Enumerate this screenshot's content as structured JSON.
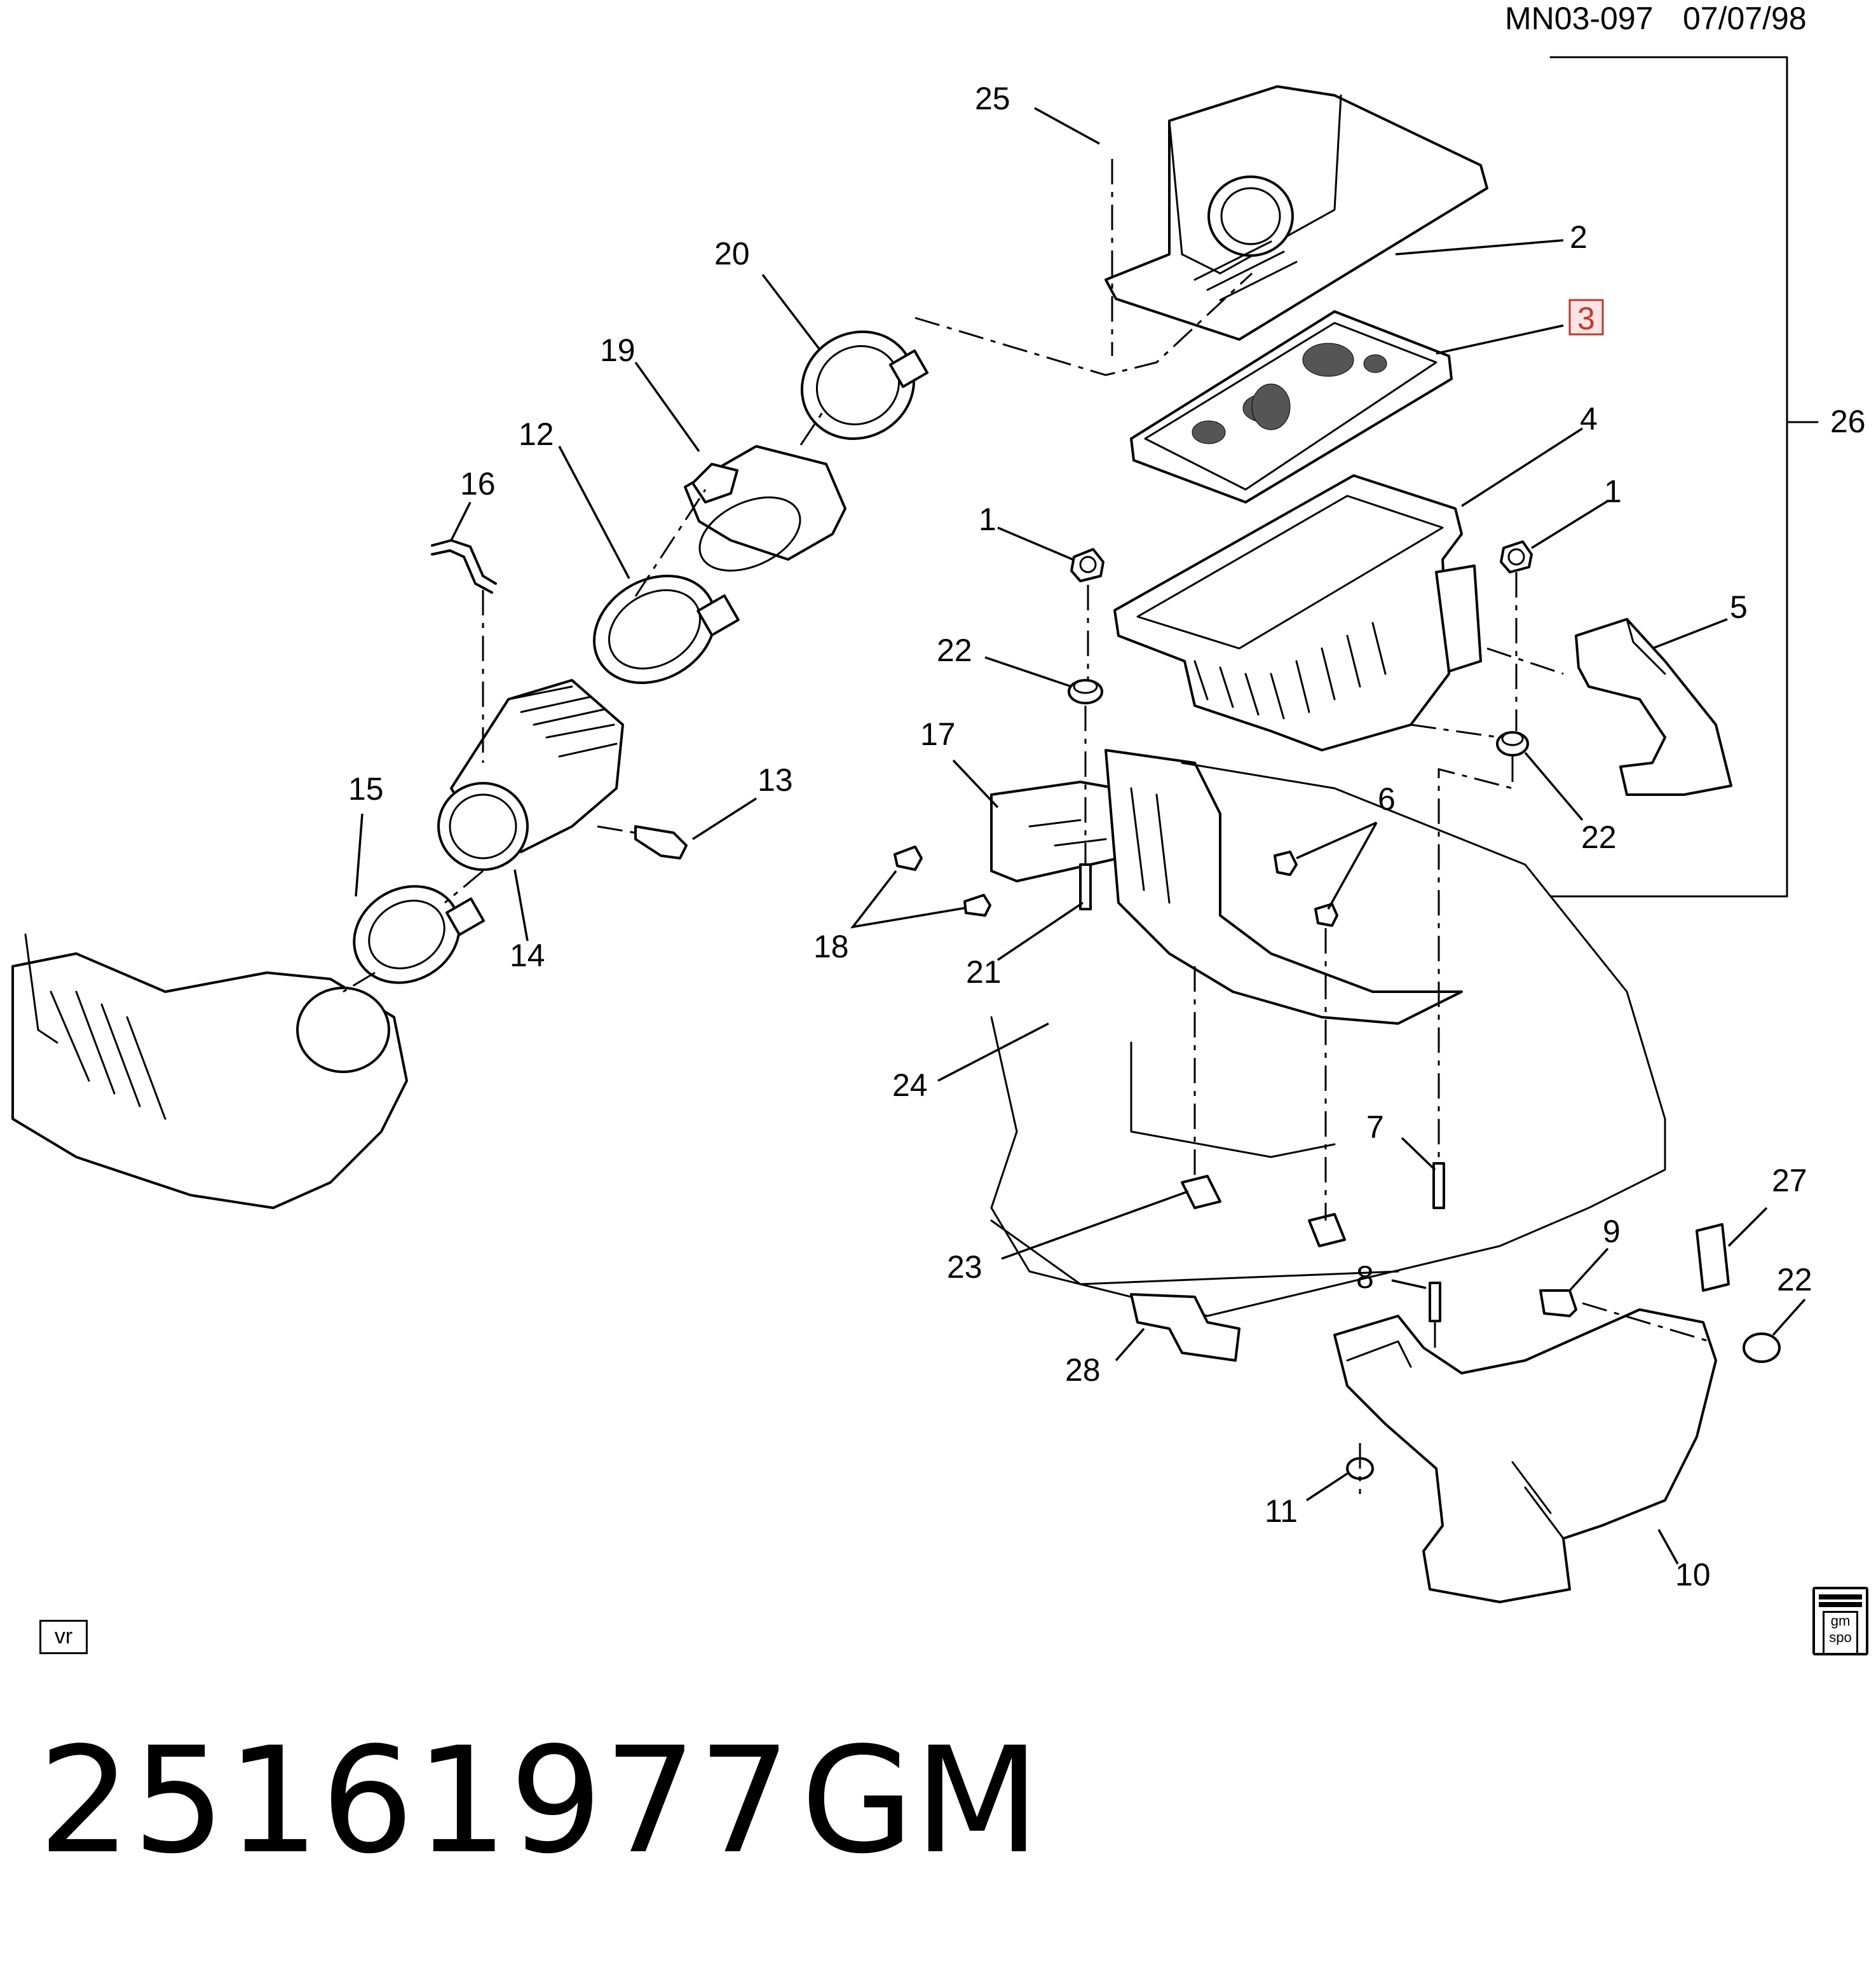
{
  "header": {
    "ref_code": "MN03-097",
    "date": "07/07/98"
  },
  "callouts": [
    {
      "id": "c25",
      "label": "25"
    },
    {
      "id": "c2",
      "label": "2"
    },
    {
      "id": "c3",
      "label": "3",
      "highlight": true
    },
    {
      "id": "c26",
      "label": "26"
    },
    {
      "id": "c4",
      "label": "4"
    },
    {
      "id": "c1a",
      "label": "1"
    },
    {
      "id": "c1b",
      "label": "1"
    },
    {
      "id": "c5",
      "label": "5"
    },
    {
      "id": "c22a",
      "label": "22"
    },
    {
      "id": "c22b",
      "label": "22"
    },
    {
      "id": "c22c",
      "label": "22"
    },
    {
      "id": "c20",
      "label": "20"
    },
    {
      "id": "c19",
      "label": "19"
    },
    {
      "id": "c12",
      "label": "12"
    },
    {
      "id": "c16",
      "label": "16"
    },
    {
      "id": "c13",
      "label": "13"
    },
    {
      "id": "c15",
      "label": "15"
    },
    {
      "id": "c14",
      "label": "14"
    },
    {
      "id": "c17",
      "label": "17"
    },
    {
      "id": "c18",
      "label": "18"
    },
    {
      "id": "c21",
      "label": "21"
    },
    {
      "id": "c6",
      "label": "6"
    },
    {
      "id": "c24",
      "label": "24"
    },
    {
      "id": "c7",
      "label": "7"
    },
    {
      "id": "c23",
      "label": "23"
    },
    {
      "id": "c8",
      "label": "8"
    },
    {
      "id": "c28",
      "label": "28"
    },
    {
      "id": "c9",
      "label": "9"
    },
    {
      "id": "c27",
      "label": "27"
    },
    {
      "id": "c11",
      "label": "11"
    },
    {
      "id": "c10",
      "label": "10"
    }
  ],
  "footer": {
    "part_number": "25161977",
    "brand": "GM",
    "view_tag": "vr",
    "logo_text_top": "gm",
    "logo_text_bottom": "spo"
  },
  "colors": {
    "line": "#000000",
    "highlight": "#c0392b",
    "background": "#ffffff"
  }
}
